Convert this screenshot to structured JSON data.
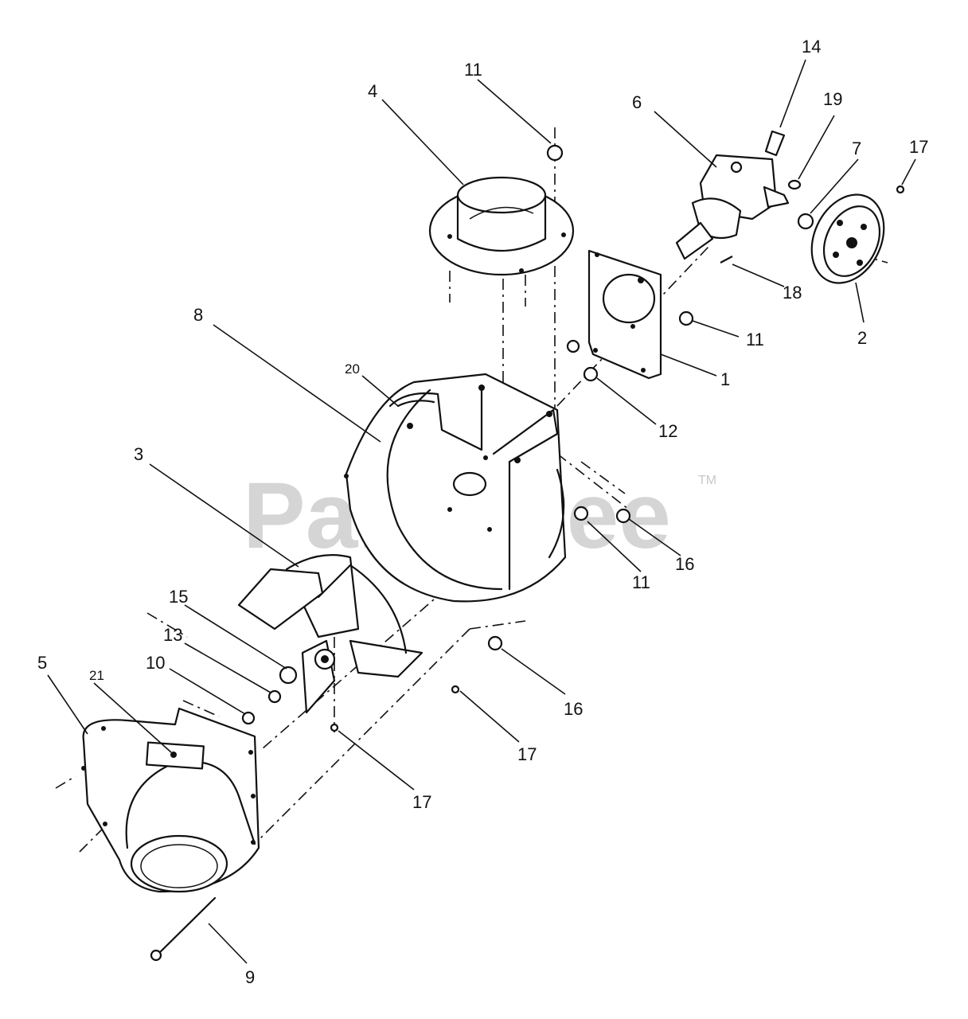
{
  "watermark": {
    "brand": "PartsTree",
    "mark": "TM"
  },
  "callouts": {
    "c1": "1",
    "c2": "2",
    "c3": "3",
    "c4": "4",
    "c5": "5",
    "c6": "6",
    "c7": "7",
    "c8": "8",
    "c9": "9",
    "c10": "10",
    "c11a": "11",
    "c11b": "11",
    "c11c": "11",
    "c12": "12",
    "c13": "13",
    "c14": "14",
    "c15": "15",
    "c16a": "16",
    "c16b": "16",
    "c17a": "17",
    "c17b": "17",
    "c17c": "17",
    "c18": "18",
    "c19": "19",
    "c20": "20",
    "c21": "21"
  }
}
